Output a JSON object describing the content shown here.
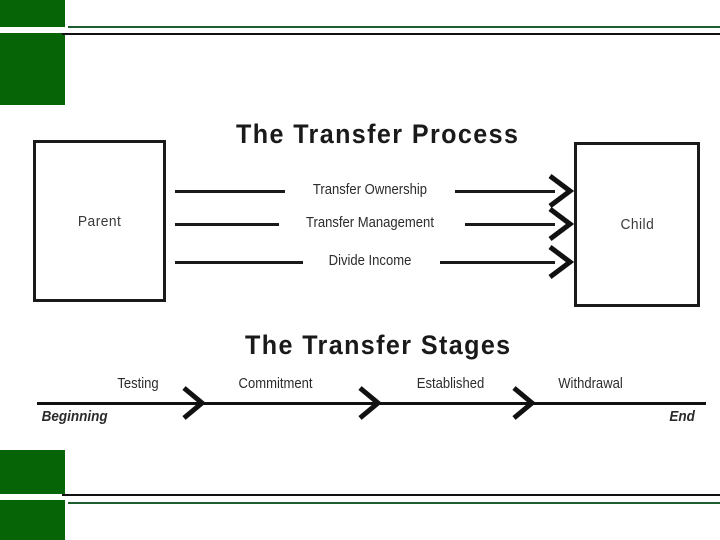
{
  "slide": {
    "background_color": "#ffffff",
    "accent_green": "#066306",
    "rule_green": "#1f5c2e",
    "rule_black": "#111111",
    "ink_color": "#1a1a1a"
  },
  "process": {
    "title": "The  Transfer  Process",
    "source_box_label": "Parent",
    "target_box_label": "Child",
    "flows": [
      {
        "label": "Transfer  Ownership"
      },
      {
        "label": "Transfer Management"
      },
      {
        "label": "Divide Income"
      }
    ]
  },
  "stages": {
    "title": "The  Transfer  Stages",
    "start_label": "Beginning",
    "end_label": "End",
    "items": [
      {
        "label": "Testing"
      },
      {
        "label": "Commitment"
      },
      {
        "label": "Established"
      },
      {
        "label": "Withdrawal"
      }
    ]
  }
}
